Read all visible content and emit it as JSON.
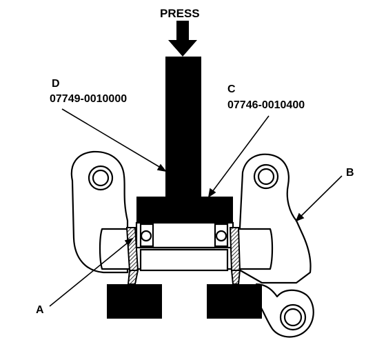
{
  "diagram": {
    "press_label": "PRESS",
    "tool_d": {
      "letter": "D",
      "part_number": "07749-0010000"
    },
    "tool_c": {
      "letter": "C",
      "part_number": "07746-0010400"
    },
    "callout_b": "B",
    "callout_a": "A"
  },
  "colors": {
    "ink": "#000000",
    "paper": "#ffffff"
  }
}
